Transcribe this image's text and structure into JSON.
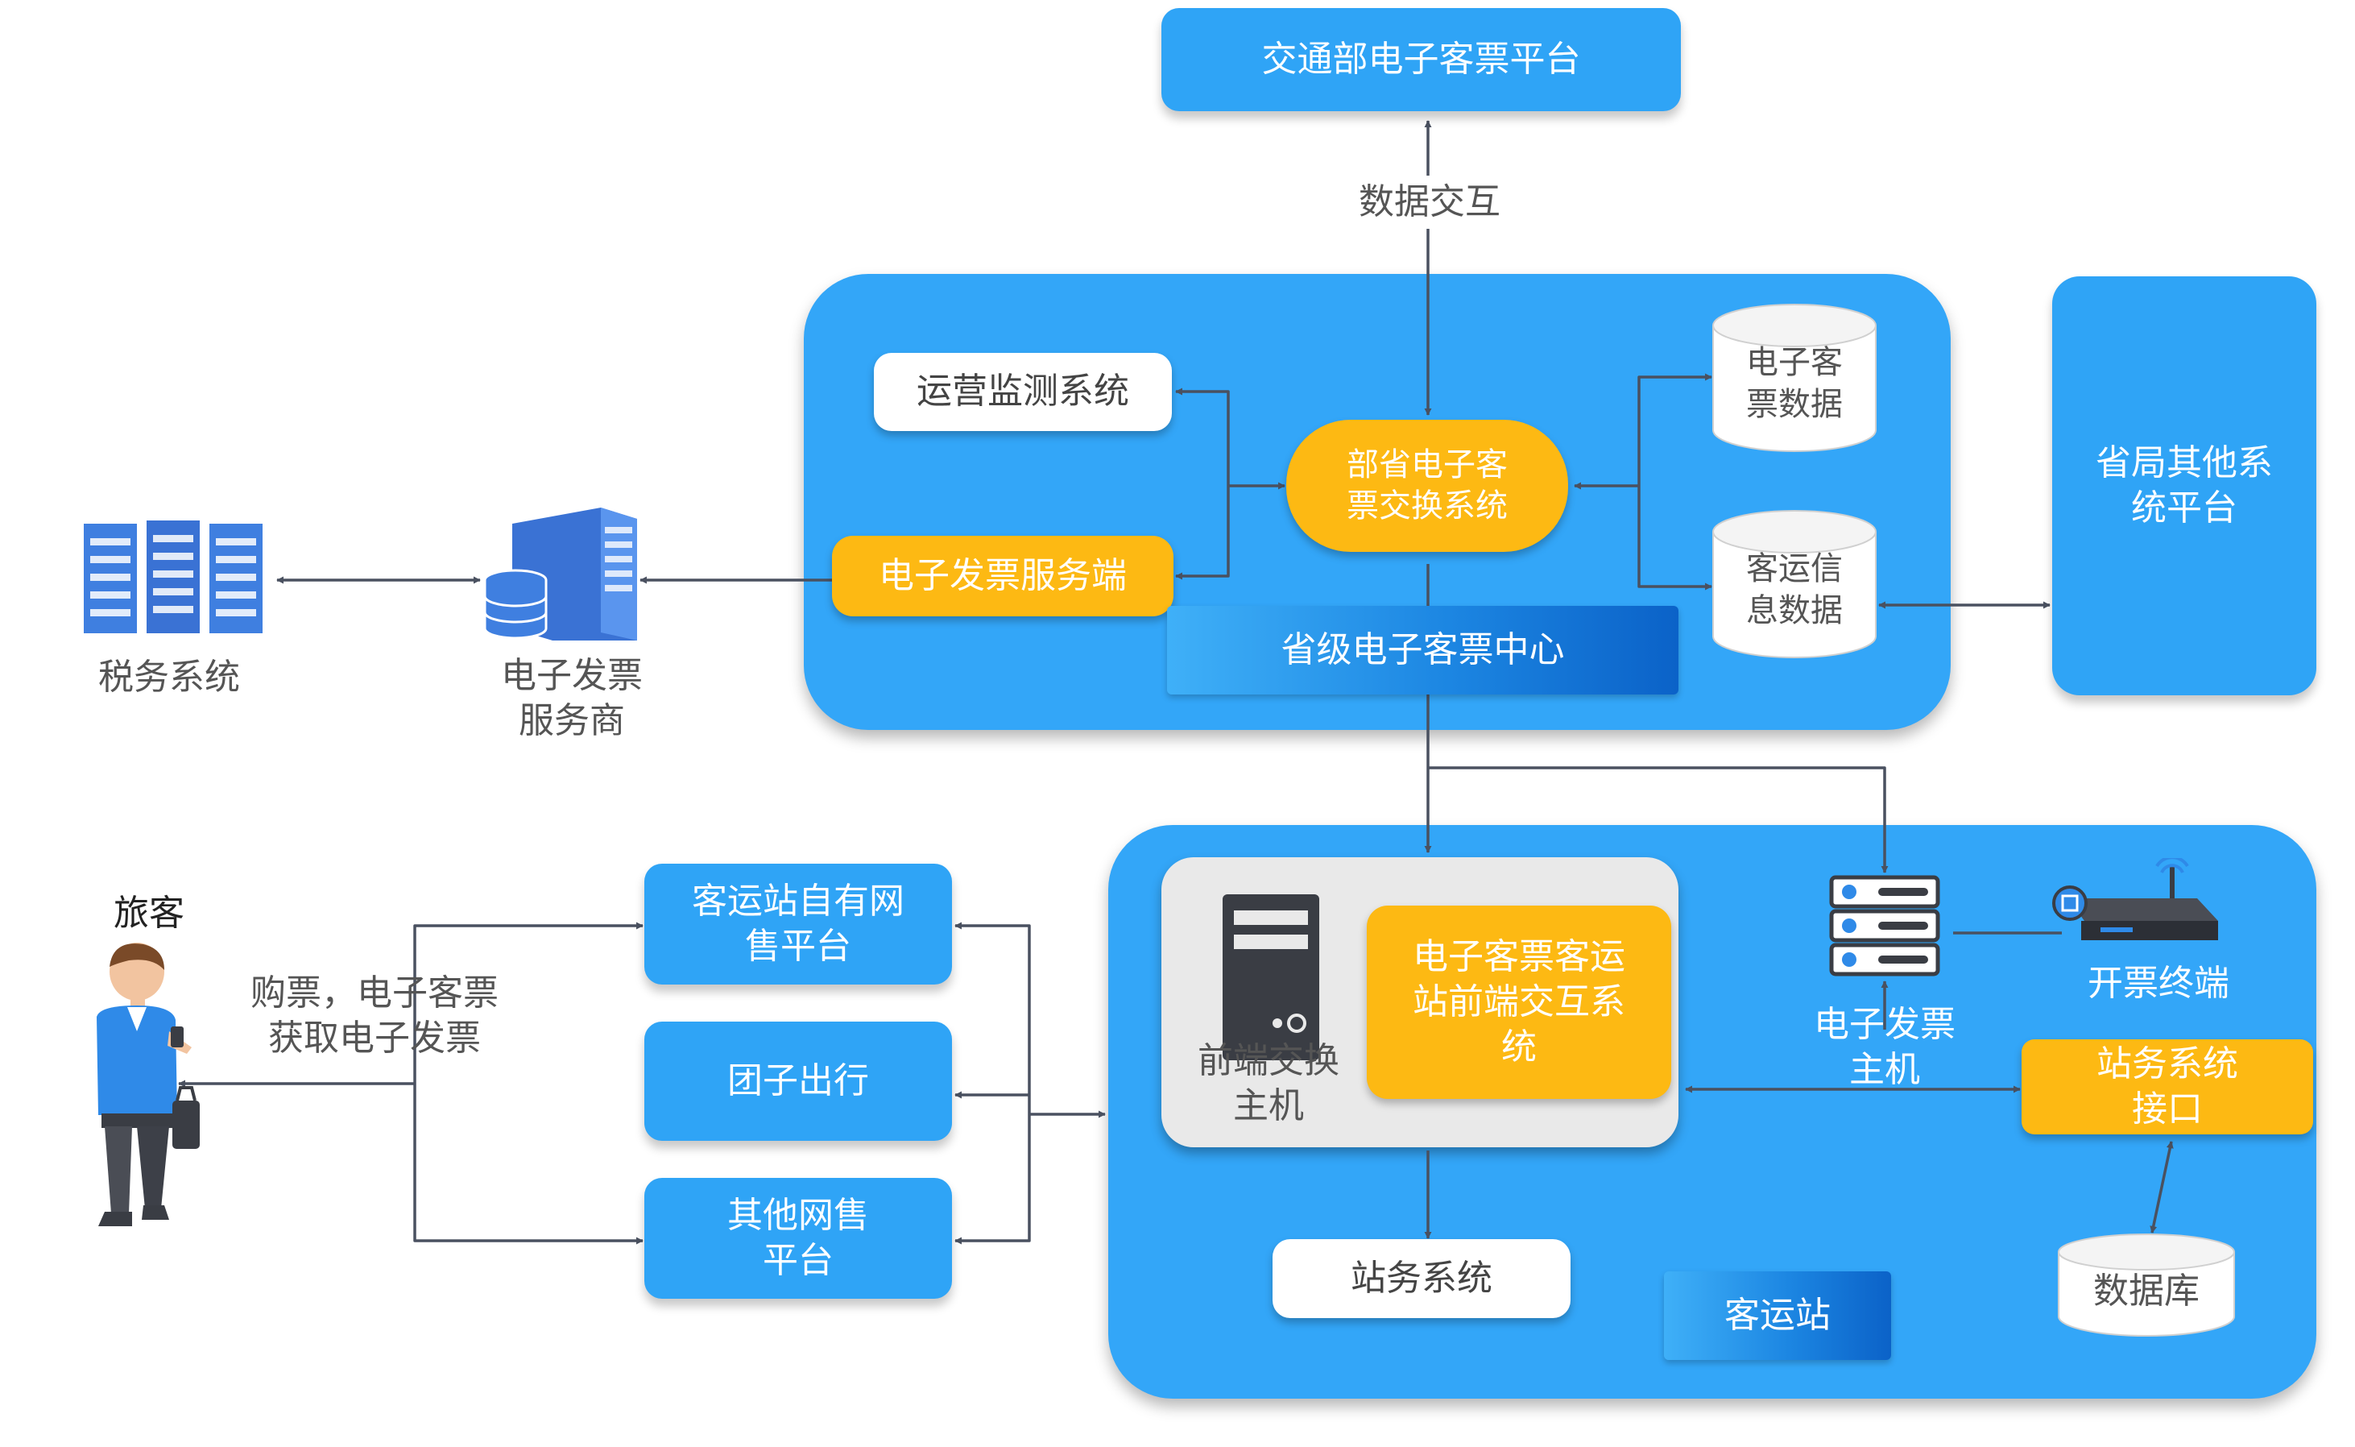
{
  "nodes": {
    "ministry_platform": "交通部电子客票平台",
    "data_exchange": "数据交互",
    "ops_monitor": "运营监测系统",
    "exchange_system": "部省电子客\n票交换系统",
    "einvoice_server": "电子发票服务端",
    "provincial_center": "省级电子客票中心",
    "eticket_data": "电子客\n票数据",
    "passenger_info_data": "客运信\n息数据",
    "other_platforms": "省局其他系\n统平台",
    "tax_system": "税务系统",
    "einvoice_provider": "电子发票\n服务商",
    "passenger": "旅客",
    "purchase_label": "购票，电子客票\n获取电子发票",
    "own_platform": "客运站自有网\n售平台",
    "group_travel": "团子出行",
    "other_online": "其他网售\n平台",
    "frontend_host": "前端交换\n主机",
    "station_interaction": "电子客票客运\n站前端交互系\n统",
    "einvoice_host": "电子发票\n主机",
    "ticket_terminal": "开票终端",
    "station_interface": "站务系统\n接口",
    "station_system": "站务系统",
    "database": "数据库",
    "bus_station": "客运站"
  },
  "colors": {
    "region_blue": "#33a6f8",
    "node_blue": "#2fa4f6",
    "accent_yellow": "#fdb913",
    "banner_dark": "#0b62c8",
    "connector": "#4a5160",
    "icon_blue": "#3f7fe0",
    "icon_dark": "#3a3d44"
  },
  "icons": {
    "tax_system": "server-rack-icon",
    "einvoice_provider": "server-database-icon",
    "passenger": "traveler-person-icon",
    "frontend_host": "tower-server-icon",
    "einvoice_host": "rack-server-icon",
    "ticket_terminal": "network-router-icon"
  }
}
